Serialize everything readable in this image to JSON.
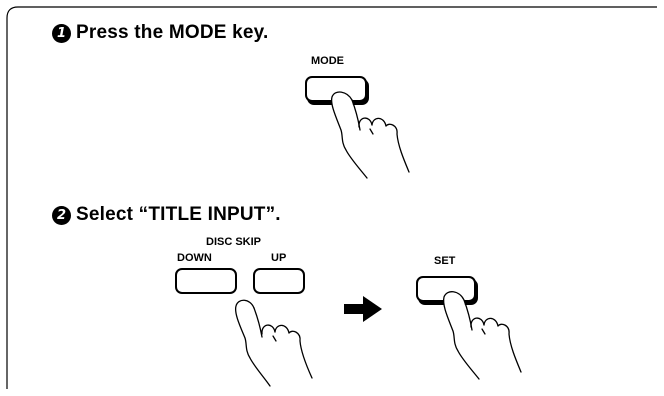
{
  "steps": [
    {
      "number": "1",
      "title": "Press the MODE key."
    },
    {
      "number": "2",
      "title": "Select “TITLE INPUT”."
    }
  ],
  "keys": {
    "mode": "MODE",
    "disc_skip_group": "DISC SKIP",
    "down": "DOWN",
    "up": "UP",
    "set": "SET"
  },
  "icons": {
    "pointer_hand": "hand-pointer-icon",
    "next_arrow": "arrow-right-icon"
  }
}
